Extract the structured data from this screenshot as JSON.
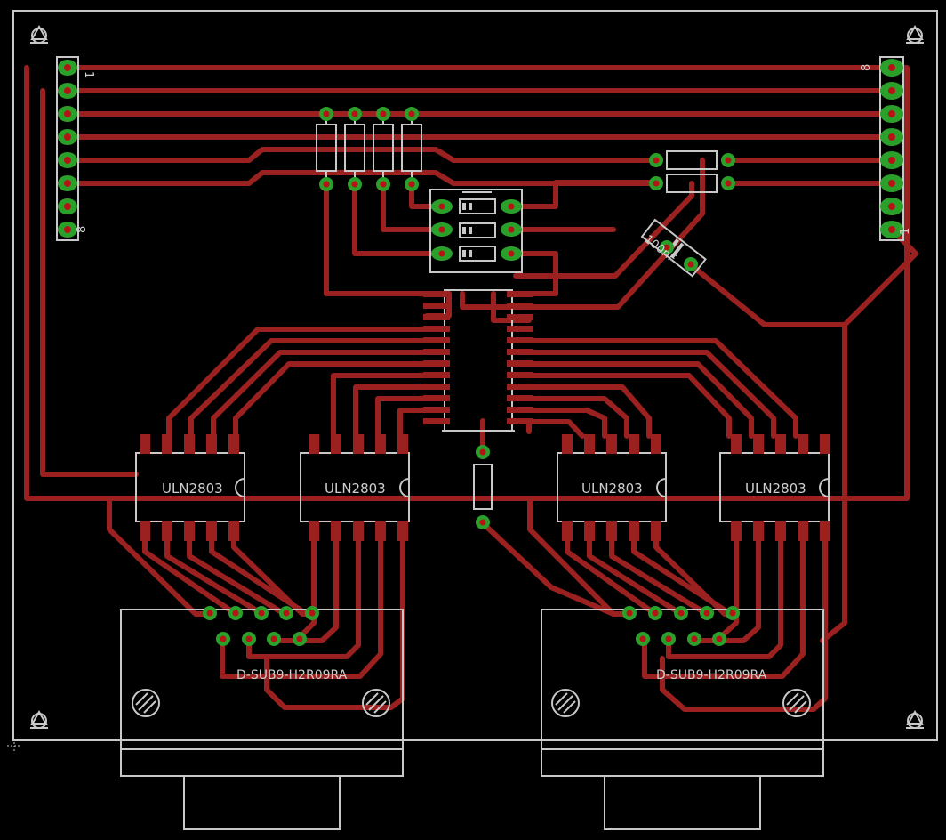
{
  "board": {
    "chips": [
      {
        "label": "ULN2803"
      },
      {
        "label": "ULN2803"
      },
      {
        "label": "ULN2803"
      },
      {
        "label": "ULN2803"
      }
    ],
    "connectors": [
      {
        "label": "D-SUB9-H2R09RA"
      },
      {
        "label": "D-SUB9-H2R09RA"
      }
    ],
    "capacitor_label": "100nF",
    "header_left": {
      "pin_first": "1",
      "pin_last": "8"
    },
    "header_right": {
      "pin_first": "8",
      "pin_last": "1"
    }
  },
  "colors": {
    "background": "#000000",
    "copper": "#9b2020",
    "pad": "#2aa02a",
    "silkscreen": "#c8c8c8"
  }
}
